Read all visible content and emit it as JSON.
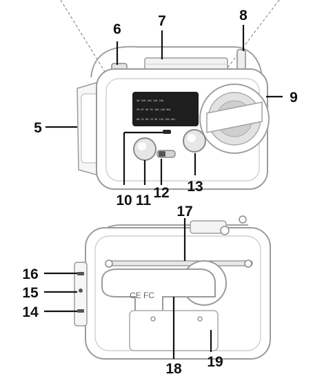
{
  "colors": {
    "ink": "#111111",
    "outline": "#9a9a9a",
    "body": "#ffffff",
    "shade": "#cfcfcf",
    "dark": "#1e1e1e",
    "knob": "#e6e6e6"
  },
  "front_view": {
    "callouts": [
      {
        "id": "6",
        "label": "6"
      },
      {
        "id": "7",
        "label": "7"
      },
      {
        "id": "8",
        "label": "8"
      },
      {
        "id": "9",
        "label": "9"
      },
      {
        "id": "5",
        "label": "5"
      },
      {
        "id": "10",
        "label": "10"
      },
      {
        "id": "11",
        "label": "11"
      },
      {
        "id": "12",
        "label": "12"
      },
      {
        "id": "13",
        "label": "13"
      }
    ],
    "dial_scale": {
      "rows": [
        [
          "SW",
          "160",
          "180",
          "",
          "",
          "",
          "140",
          "160"
        ],
        [
          "FM",
          "87",
          "90",
          "95",
          "100",
          "106",
          "MHz"
        ],
        [
          "AM",
          "52",
          "60",
          "70",
          "90",
          "120",
          "160",
          "kHz"
        ]
      ]
    }
  },
  "back_view": {
    "callouts": [
      {
        "id": "17",
        "label": "17"
      },
      {
        "id": "16",
        "label": "16"
      },
      {
        "id": "15",
        "label": "15"
      },
      {
        "id": "14",
        "label": "14"
      },
      {
        "id": "18",
        "label": "18"
      },
      {
        "id": "19",
        "label": "19"
      }
    ],
    "certification_mark": "CE FC"
  }
}
